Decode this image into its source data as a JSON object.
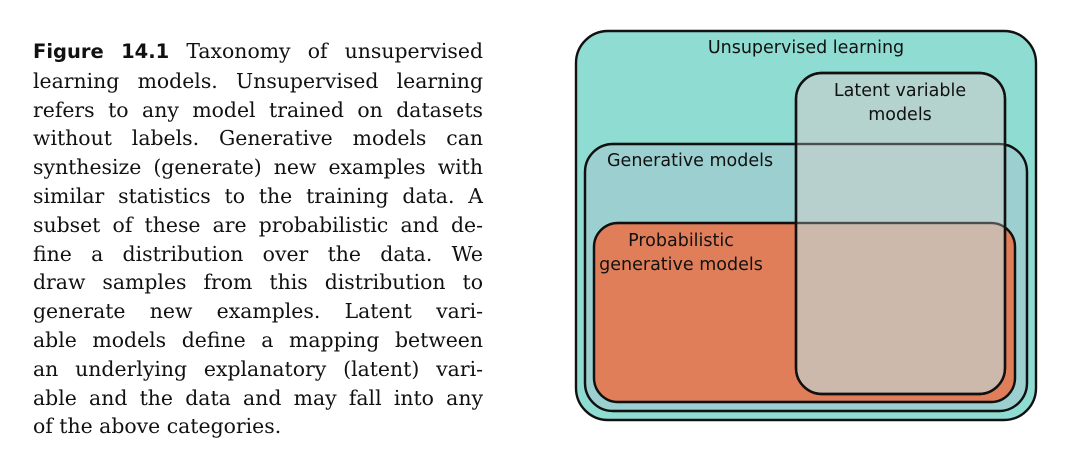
{
  "caption": {
    "label": "Figure 14.1",
    "lines": [
      "Taxonomy of unsupervised",
      "learning models. Unsupervised learning",
      "refers to any model trained on datasets",
      "without labels. Generative models can",
      "synthesize (generate) new examples with",
      "similar statistics to the training data. A",
      "subset of these are probabilistic and de-",
      "fine a distribution over the data. We",
      "draw samples from this distribution to",
      "generate new examples. Latent vari-",
      "able models define a mapping between",
      "an underlying explanatory (latent) vari-",
      "able and the data and may fall into any",
      "of the above categories."
    ]
  },
  "diagram": {
    "unsupervised_label": "Unsupervised learning",
    "latent_label_line1": "Latent variable",
    "latent_label_line2": "models",
    "generative_label": "Generative models",
    "probabilistic_label_line1": "Probabilistic",
    "probabilistic_label_line2": "generative models",
    "colors": {
      "unsupervised_fill": "#8fdcd2",
      "generative_fill": "#9ccfd0",
      "probabilistic_fill": "#e07e5a",
      "latent_fill": "#c4d0cc",
      "outline": "#111111"
    }
  }
}
